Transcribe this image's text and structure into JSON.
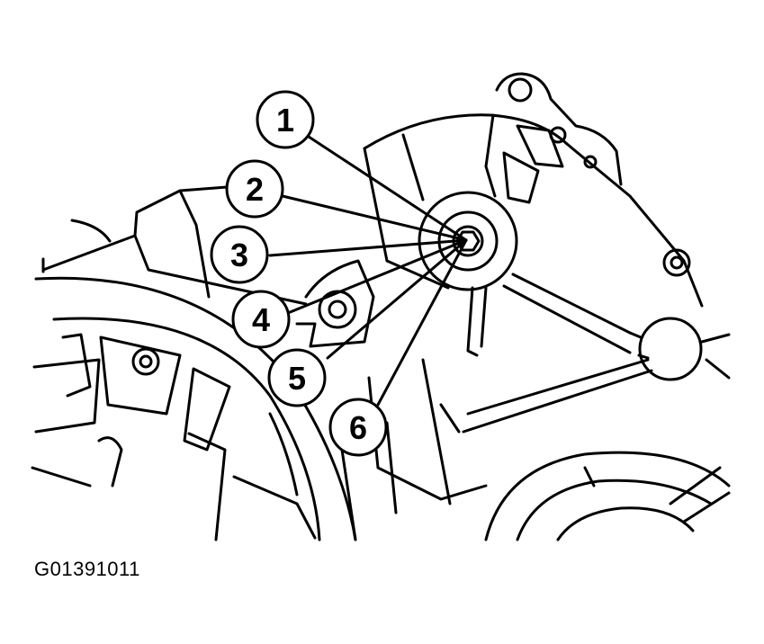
{
  "figure_code": "G01391011",
  "callouts": [
    {
      "label": "1"
    },
    {
      "label": "2"
    },
    {
      "label": "3"
    },
    {
      "label": "4"
    },
    {
      "label": "5"
    },
    {
      "label": "6"
    }
  ],
  "colors": {
    "ink": "#000000",
    "paper": "#ffffff"
  }
}
